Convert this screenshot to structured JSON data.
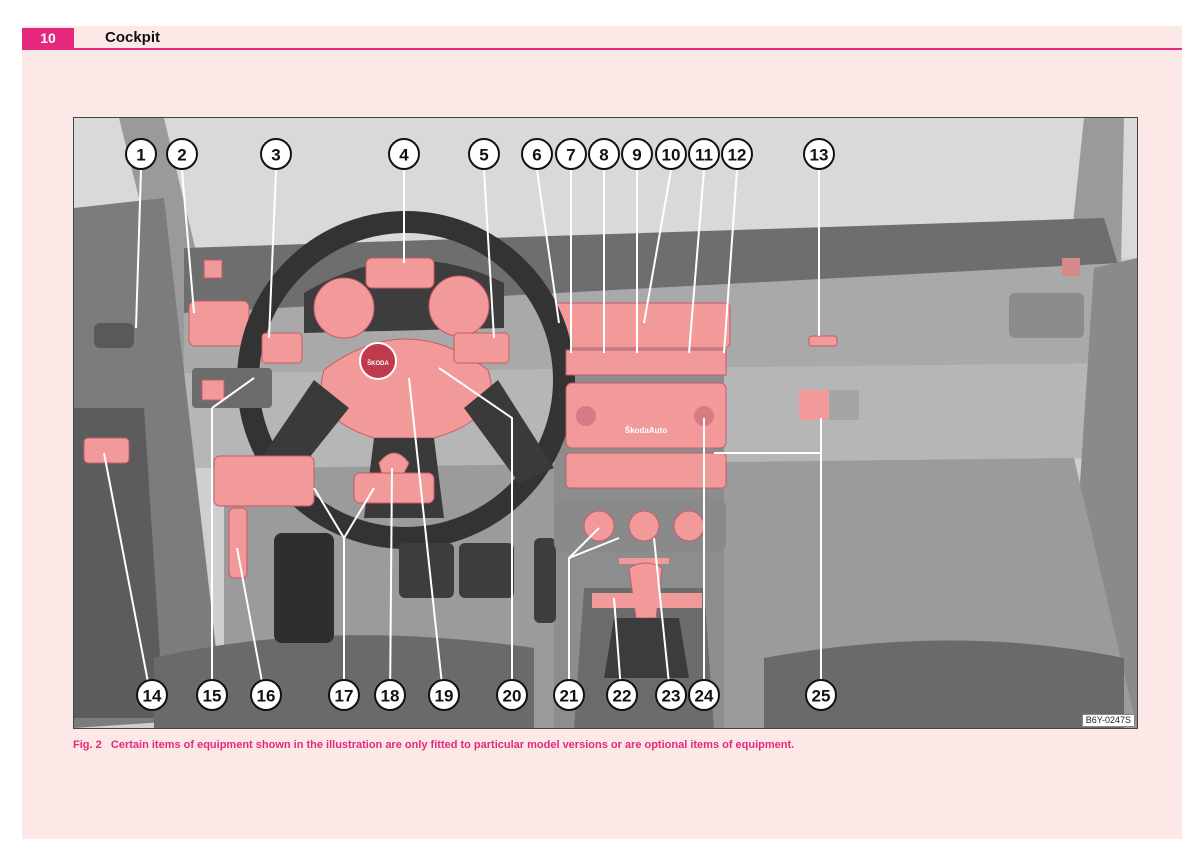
{
  "header": {
    "page_number": "10",
    "section_title": "Cockpit"
  },
  "figure": {
    "code": "B6Y-0247S",
    "callouts": [
      "1",
      "2",
      "3",
      "4",
      "5",
      "6",
      "7",
      "8",
      "9",
      "10",
      "11",
      "12",
      "13",
      "14",
      "15",
      "16",
      "17",
      "18",
      "19",
      "20",
      "21",
      "22",
      "23",
      "24",
      "25"
    ],
    "steering_wheel_logo": "ŠKODA",
    "radio_brand": "ŠkodaAuto"
  },
  "caption": {
    "label": "Fig. 2",
    "text": "Certain items of equipment shown in the illustration are only fitted to particular model versions or are optional items of equipment."
  },
  "colors": {
    "accent": "#e4287b",
    "highlight": "#f29a9a",
    "background": "#fde8e8"
  }
}
